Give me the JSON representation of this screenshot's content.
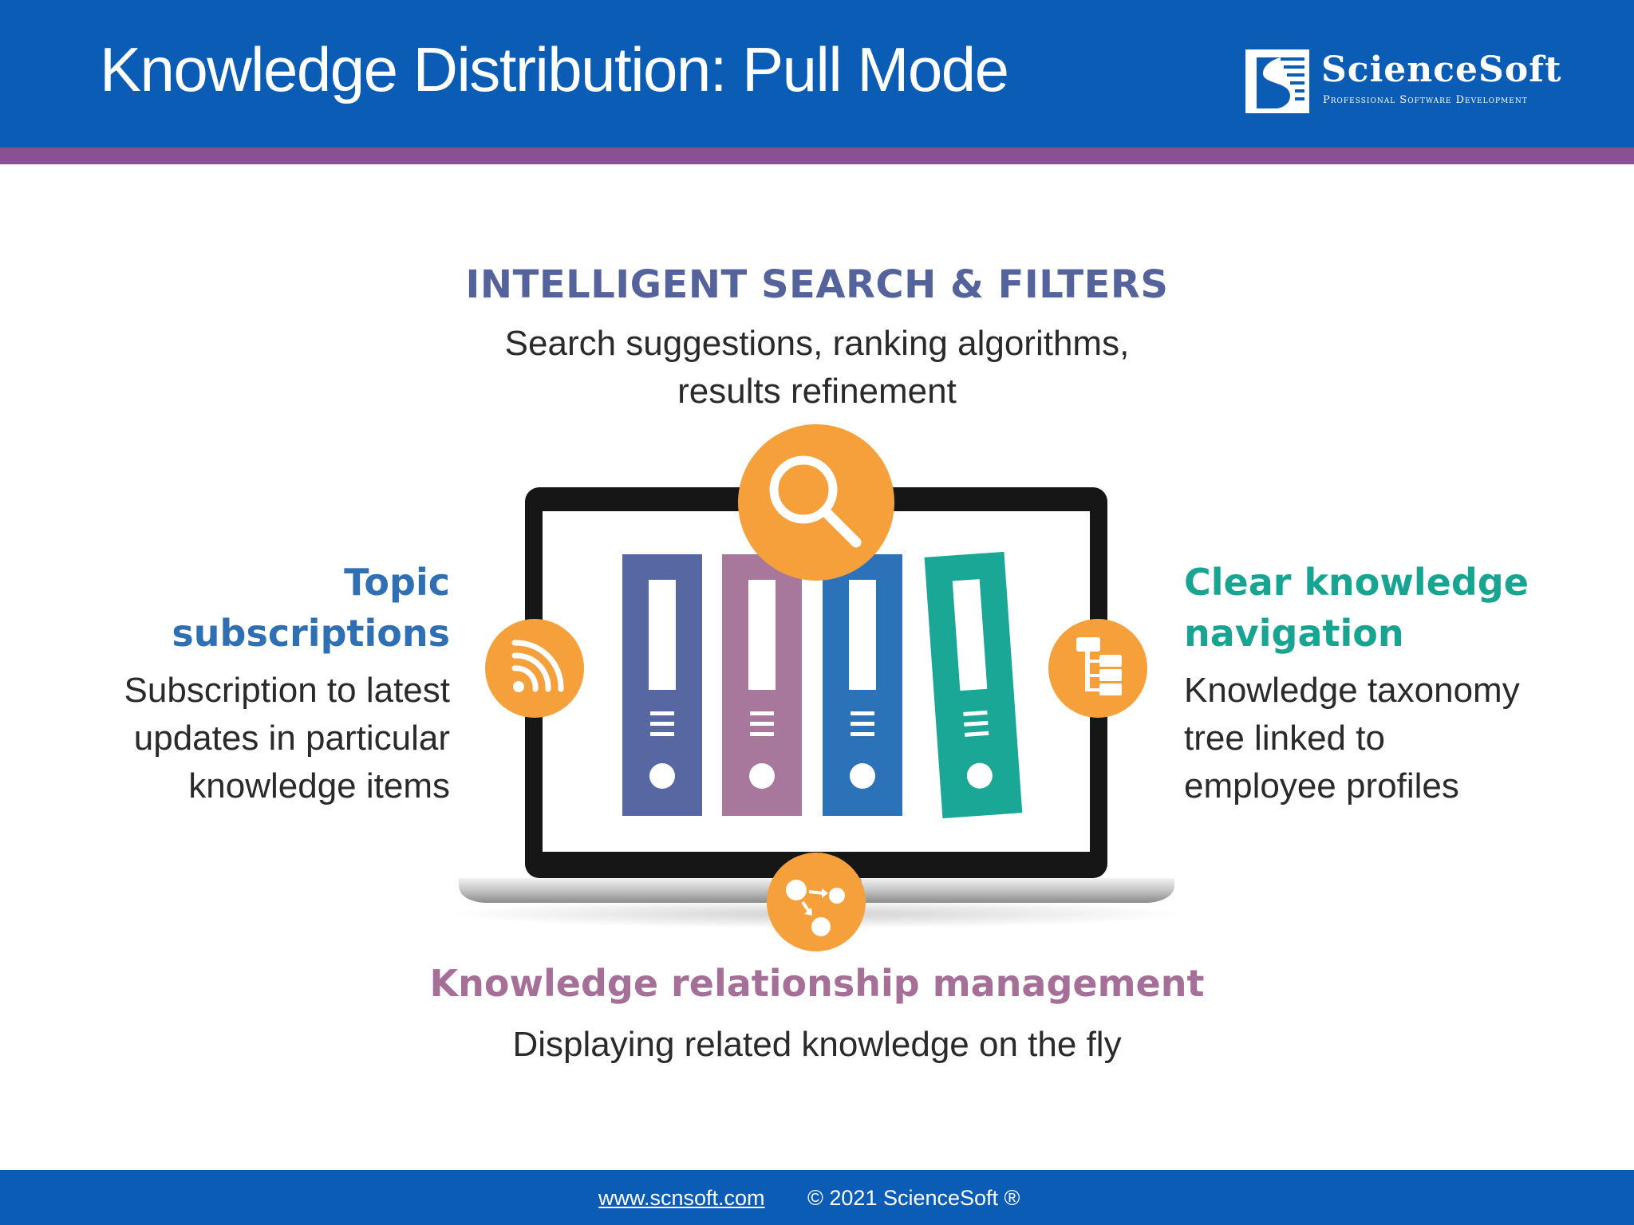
{
  "header": {
    "title": "Knowledge Distribution: Pull Mode",
    "bar_color": "#0b5cb5",
    "stripe_color": "#8b4f93",
    "logo": {
      "name": "ScienceSoft",
      "tagline": "Professional Software Development"
    }
  },
  "features": {
    "search": {
      "title": "INTELLIGENT SEARCH & FILTERS",
      "line1": "Search suggestions, ranking algorithms,",
      "line2": "results refinement",
      "icon": "magnifier-icon",
      "color": "#55639d"
    },
    "subscriptions": {
      "title_line1": "Topic",
      "title_line2": "subscriptions",
      "line1": "Subscription to latest",
      "line2": "updates in particular",
      "line3": "knowledge items",
      "icon": "rss-icon",
      "color": "#2f70b5"
    },
    "navigation": {
      "title_line1": "Clear knowledge",
      "title_line2": "navigation",
      "line1": "Knowledge taxonomy",
      "line2": "tree linked to",
      "line3": "employee profiles",
      "icon": "taxonomy-tree-icon",
      "color": "#17a592"
    },
    "relationships": {
      "title": "Knowledge relationship management",
      "line1": "Displaying related knowledge on the fly",
      "icon": "relationship-graph-icon",
      "color": "#a56f97"
    }
  },
  "illustration": {
    "binder_colors": [
      "#5667a2",
      "#a8779c",
      "#2b72b8",
      "#1aa796"
    ],
    "icon_circle_color": "#f5a03a"
  },
  "footer": {
    "link": "www.scnsoft.com",
    "copyright": "© 2021  ScienceSoft  ®"
  }
}
